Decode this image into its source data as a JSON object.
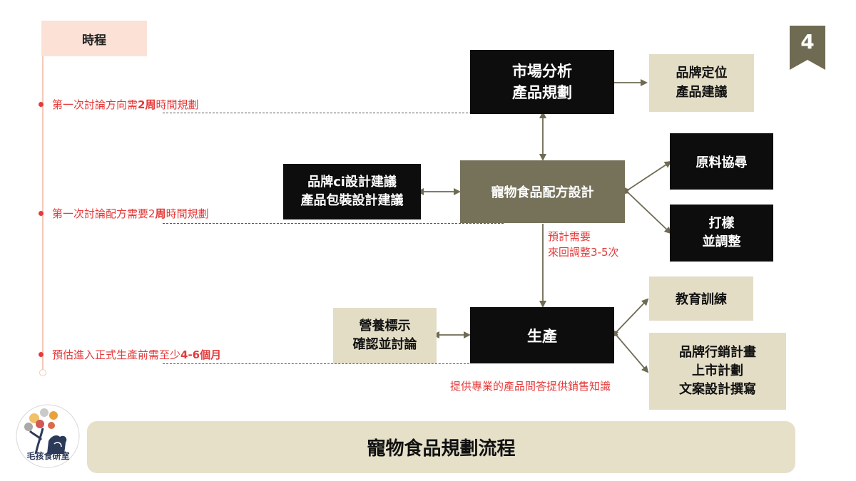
{
  "page_number": "4",
  "timeline": {
    "header": "時程",
    "items": [
      {
        "pre": "第一次討論方向需",
        "em": "2周",
        "post": "時間規劃"
      },
      {
        "pre": "第一次討論配方需要2",
        "em": "周",
        "post": "時間規劃"
      },
      {
        "pre": "預估進入正式生產前需至少",
        "em": "4-6個月",
        "post": ""
      }
    ]
  },
  "nodes": {
    "market": [
      "市場分析",
      "產品規劃"
    ],
    "brand_position": [
      "品牌定位",
      "產品建議"
    ],
    "formula": [
      "寵物食品配方設計"
    ],
    "brand_ci": [
      "品牌ci設計建議",
      "產品包裝設計建議"
    ],
    "raw_material": [
      "原料協尋"
    ],
    "sample": [
      "打樣",
      "並調整"
    ],
    "production": [
      "生產"
    ],
    "nutrition": [
      "營養標示",
      "確認並討論"
    ],
    "education": [
      "教育訓練"
    ],
    "marketing": [
      "品牌行銷計畫",
      "上市計劃",
      "文案設計撰寫"
    ]
  },
  "notes": {
    "adjust": [
      "預計需要",
      "來回調整3-5次"
    ],
    "qa": "提供專業的產品問答提供銷售知識"
  },
  "footer_title": "寵物食品規劃流程",
  "logo_text": "毛孩食研室",
  "colors": {
    "black_box": "#0d0d0d",
    "beige_box": "#e3ddc6",
    "olive_box": "#767159",
    "arrow": "#6f6a52",
    "timeline_red": "#e53a3a",
    "timeline_header_bg": "#fbe1d6",
    "footer_bg": "#e6e0c9"
  }
}
